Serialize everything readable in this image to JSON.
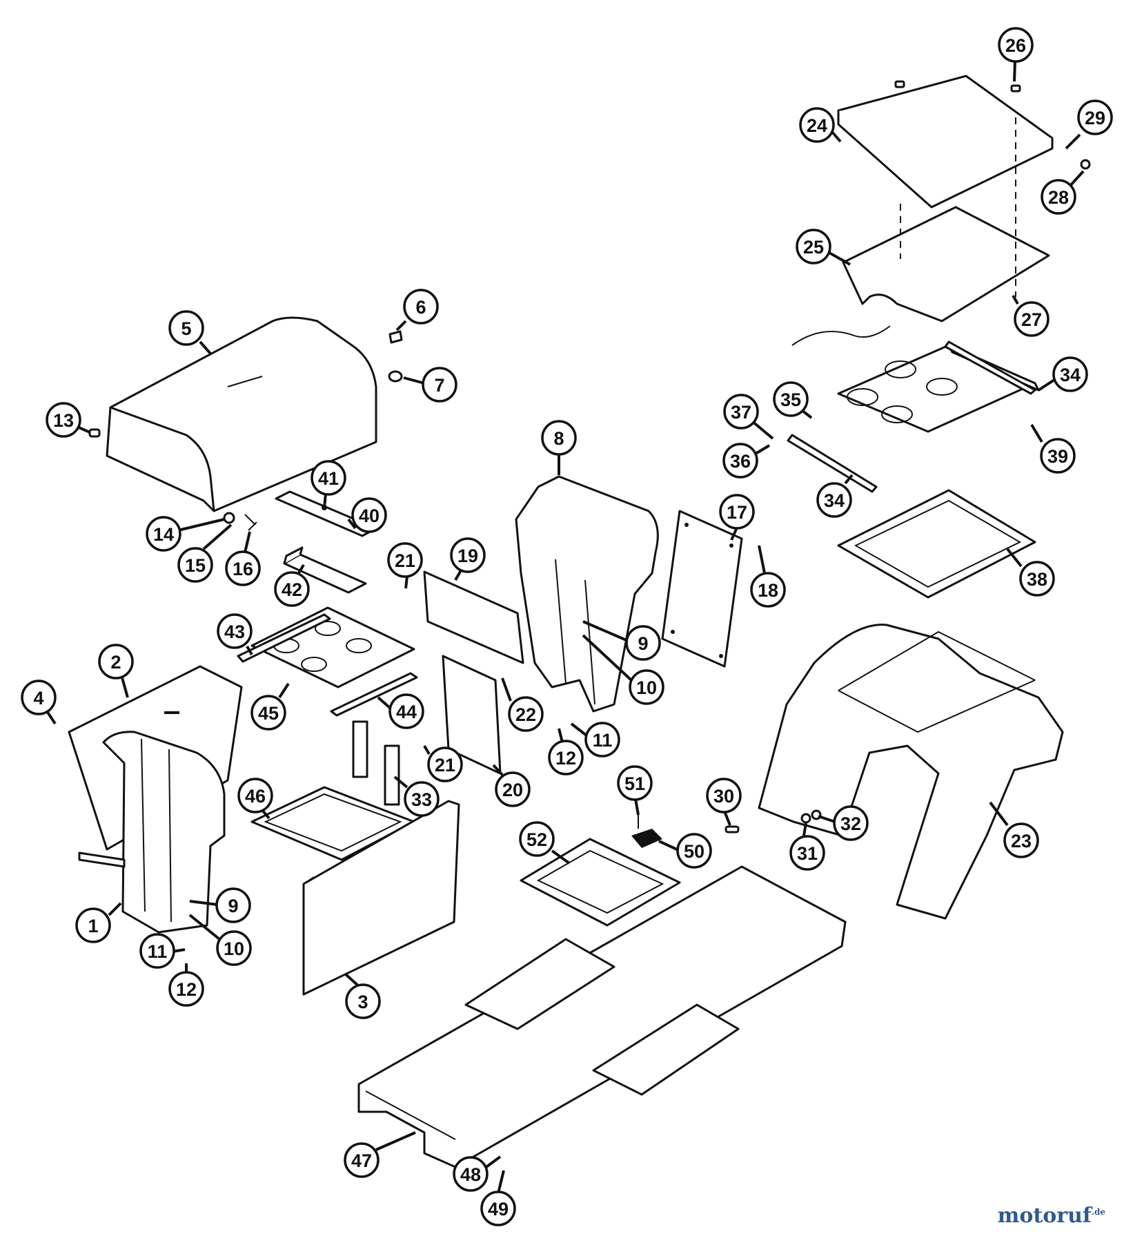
{
  "callouts": [
    {
      "id": "1",
      "label": "1"
    },
    {
      "id": "2",
      "label": "2"
    },
    {
      "id": "3",
      "label": "3"
    },
    {
      "id": "4",
      "label": "4"
    },
    {
      "id": "5",
      "label": "5"
    },
    {
      "id": "6",
      "label": "6"
    },
    {
      "id": "7",
      "label": "7"
    },
    {
      "id": "8",
      "label": "8"
    },
    {
      "id": "9a",
      "label": "9"
    },
    {
      "id": "9b",
      "label": "9"
    },
    {
      "id": "10a",
      "label": "10"
    },
    {
      "id": "10b",
      "label": "10"
    },
    {
      "id": "11a",
      "label": "11"
    },
    {
      "id": "11b",
      "label": "11"
    },
    {
      "id": "12a",
      "label": "12"
    },
    {
      "id": "12b",
      "label": "12"
    },
    {
      "id": "13",
      "label": "13"
    },
    {
      "id": "14",
      "label": "14"
    },
    {
      "id": "15",
      "label": "15"
    },
    {
      "id": "16",
      "label": "16"
    },
    {
      "id": "17",
      "label": "17"
    },
    {
      "id": "18",
      "label": "18"
    },
    {
      "id": "19",
      "label": "19"
    },
    {
      "id": "20",
      "label": "20"
    },
    {
      "id": "21a",
      "label": "21"
    },
    {
      "id": "21b",
      "label": "21"
    },
    {
      "id": "22",
      "label": "22"
    },
    {
      "id": "23",
      "label": "23"
    },
    {
      "id": "24",
      "label": "24"
    },
    {
      "id": "25",
      "label": "25"
    },
    {
      "id": "26",
      "label": "26"
    },
    {
      "id": "27",
      "label": "27"
    },
    {
      "id": "28",
      "label": "28"
    },
    {
      "id": "29",
      "label": "29"
    },
    {
      "id": "30",
      "label": "30"
    },
    {
      "id": "31",
      "label": "31"
    },
    {
      "id": "32",
      "label": "32"
    },
    {
      "id": "33",
      "label": "33"
    },
    {
      "id": "34a",
      "label": "34"
    },
    {
      "id": "34b",
      "label": "34"
    },
    {
      "id": "35",
      "label": "35"
    },
    {
      "id": "36",
      "label": "36"
    },
    {
      "id": "37",
      "label": "37"
    },
    {
      "id": "38",
      "label": "38"
    },
    {
      "id": "39",
      "label": "39"
    },
    {
      "id": "40",
      "label": "40"
    },
    {
      "id": "41",
      "label": "41"
    },
    {
      "id": "42",
      "label": "42"
    },
    {
      "id": "43",
      "label": "43"
    },
    {
      "id": "44",
      "label": "44"
    },
    {
      "id": "45",
      "label": "45"
    },
    {
      "id": "46",
      "label": "46"
    },
    {
      "id": "47",
      "label": "47"
    },
    {
      "id": "48",
      "label": "48"
    },
    {
      "id": "49",
      "label": "49"
    },
    {
      "id": "50",
      "label": "50"
    },
    {
      "id": "51",
      "label": "51"
    },
    {
      "id": "52",
      "label": "52"
    }
  ],
  "watermark": {
    "brand": "motoruf",
    "suffix": ".de"
  }
}
